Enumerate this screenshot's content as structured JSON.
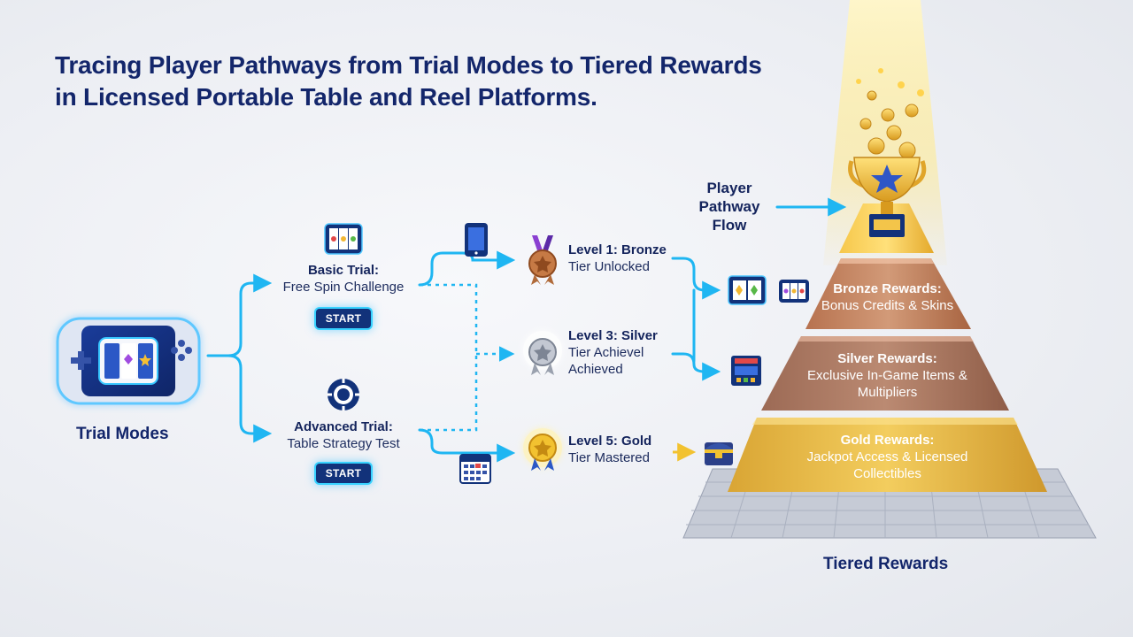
{
  "title": {
    "line1": "Tracing Player Pathways from Trial Modes to Tiered Rewards",
    "line2": "in Licensed Portable Table and Reel Platforms."
  },
  "trial_modes": {
    "label": "Trial Modes"
  },
  "basic_trial": {
    "title": "Basic Trial:",
    "subtitle": "Free Spin Challenge",
    "start_label": "START"
  },
  "advanced_trial": {
    "title": "Advanced Trial:",
    "subtitle": "Table Strategy Test",
    "start_label": "START"
  },
  "levels": [
    {
      "line1": "Level 1: Bronze",
      "line2": "Tier Unlocked",
      "line3": ""
    },
    {
      "line1": "Level 3: Silver",
      "line2": "Tier Achievel",
      "line3": "Achieved"
    },
    {
      "line1": "Level 5: Gold",
      "line2": "Tier Mastered",
      "line3": ""
    }
  ],
  "flow_label": {
    "line1": "Player",
    "line2": "Pathway",
    "line3": "Flow"
  },
  "rewards": {
    "bronze": {
      "title": "Bronze Rewards:",
      "line1": "Bonus Credits & Skins"
    },
    "silver": {
      "title": "Silver Rewards:",
      "line1": "Exclusive In-Game Items &",
      "line2": "Multipliers"
    },
    "gold": {
      "title": "Gold Rewards:",
      "line1": "Jackpot Access & Licensed",
      "line2": "Collectibles"
    }
  },
  "tiered_rewards": {
    "label": "Tiered Rewards"
  },
  "colors": {
    "title": "#13266b",
    "connector": "#1fb6f2",
    "gold_arrow": "#f2c230",
    "bronze_tier": "#b8795a",
    "silver_tier": "#a8735c",
    "gold_tier": "#e2b33c",
    "button": "#12327a"
  },
  "icons": {
    "console": "handheld-console-icon",
    "slot": "slot-machine-icon",
    "chip": "poker-chip-icon",
    "tablet": "tablet-icon",
    "calendar": "calendar-icon",
    "bronze_medal": "bronze-medal-icon",
    "silver_medal": "silver-medal-icon",
    "gold_medal": "gold-medal-icon",
    "trophy": "trophy-icon",
    "chest": "treasure-chest-icon",
    "arcade": "arcade-machine-icon"
  }
}
